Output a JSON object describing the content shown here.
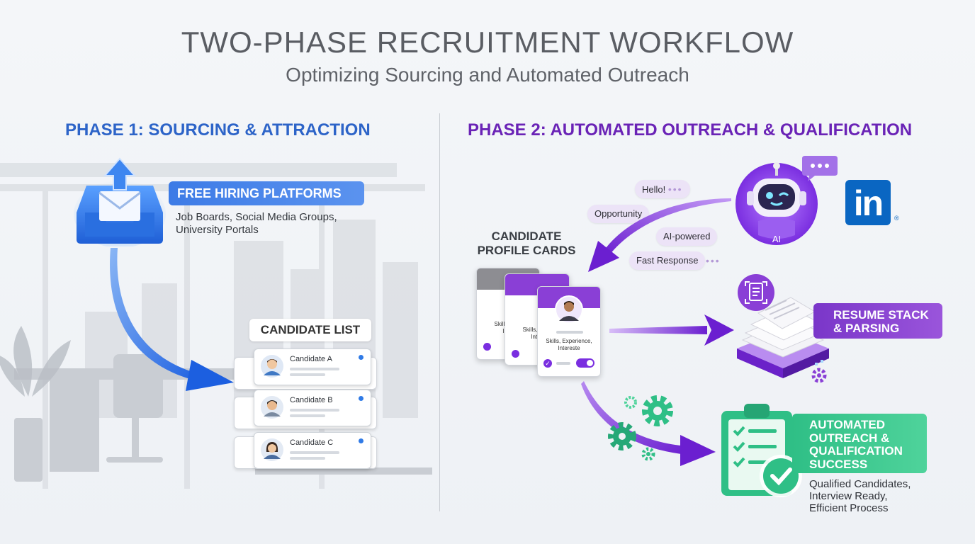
{
  "header": {
    "title": "TWO-PHASE RECRUITMENT WORKFLOW",
    "subtitle": "Optimizing Sourcing and Automated Outreach"
  },
  "phase1": {
    "heading": "PHASE 1: SOURCING & ATTRACTION",
    "platforms_label": "FREE HIRING PLATFORMS",
    "platforms_desc_line1": "Job Boards, Social Media Groups,",
    "platforms_desc_line2": "University Portals",
    "candidate_list_title": "CANDIDATE LIST",
    "candidates": [
      {
        "name": "Candidate A"
      },
      {
        "name": "Candidate B"
      },
      {
        "name": "Candidate C"
      }
    ]
  },
  "phase2": {
    "heading": "PHASE 2: AUTOMATED OUTREACH & QUALIFICATION",
    "profile_cards_title_line1": "CANDIDATE",
    "profile_cards_title_line2": "PROFILE CARDS",
    "bubbles": [
      "Hello!",
      "Opportunity",
      "AI-powered",
      "Fast Response"
    ],
    "ai_label": "AI",
    "linkedin_text": "in",
    "linkedin_mark": "®",
    "card_text_back1": "Skills, Exp",
    "card_text_back1b": "Inte",
    "card_text_back2": "Skills, Exp",
    "card_text_back2b": "Inte",
    "card_text_front_line1": "Skills, Experience,",
    "card_text_front_line2": "Intereste",
    "resume_label_line1": "RESUME STACK",
    "resume_label_line2": "& PARSING",
    "success_label_line1": "AUTOMATED",
    "success_label_line2": "OUTREACH &",
    "success_label_line3": "QUALIFICATION",
    "success_label_line4": "SUCCESS",
    "success_desc_line1": "Qualified Candidates,",
    "success_desc_line2": "Interview Ready,",
    "success_desc_line3": "Efficient Process"
  },
  "colors": {
    "phase1": "#2d64c8",
    "phase2": "#6a23b6",
    "blue_accent": "#3d7be6",
    "purple_accent": "#7a36c9",
    "green_accent": "#2fbf86",
    "linkedin": "#0a66c2"
  },
  "icons": [
    "inbox-upload-icon",
    "robot-ai-icon",
    "chat-bubble-icon",
    "linkedin-logo",
    "resume-stack-icon",
    "document-scan-icon",
    "clipboard-checklist-icon",
    "checkmark-badge-icon",
    "gear-icon",
    "person-avatar-icon"
  ]
}
